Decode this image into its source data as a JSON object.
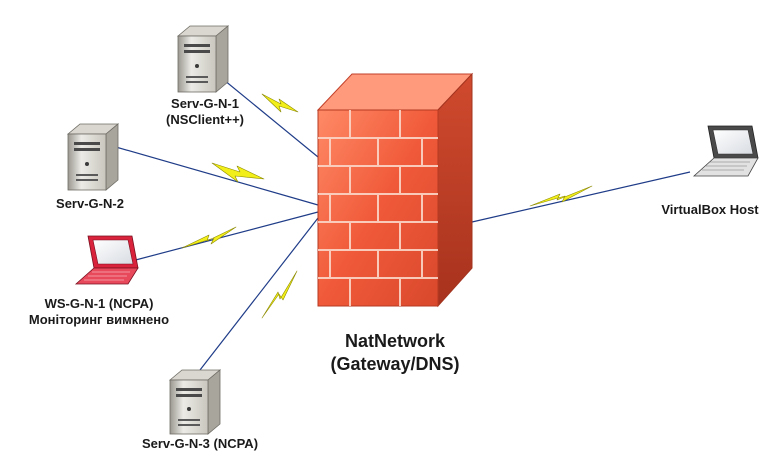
{
  "nodes": {
    "serv1": {
      "name": "Serv-G-N-1",
      "detail": "(NSClient++)"
    },
    "serv2": {
      "name": "Serv-G-N-2"
    },
    "ws1": {
      "name": "WS-G-N-1 (NCPA)",
      "detail": "Моніторинг вимкнено"
    },
    "serv3": {
      "name": "Serv-G-N-3 (NCPA)"
    },
    "host": {
      "name": "VirtualBox Host"
    },
    "gateway": {
      "name": "NatNetwork",
      "detail": "(Gateway/DNS)"
    }
  },
  "colors": {
    "link": "#1f3c88",
    "bolt": "#f2ee1a",
    "bolt_outline": "#7a7a00",
    "firewall": "#f06a4a",
    "server_body": "#ecebe6",
    "ws_accent": "#d9233c"
  }
}
